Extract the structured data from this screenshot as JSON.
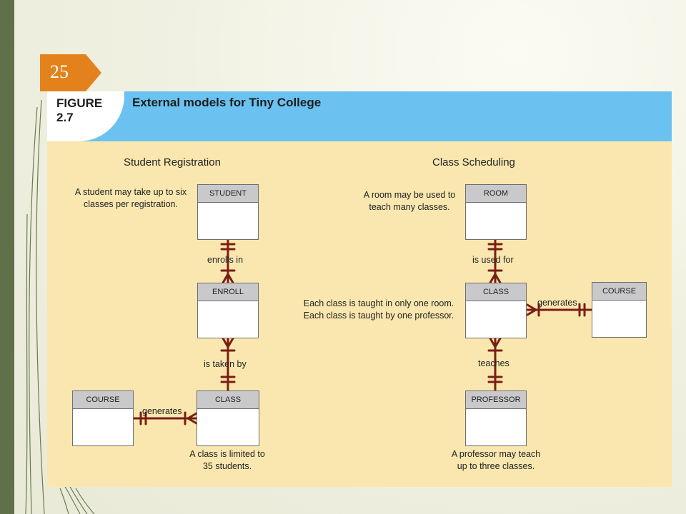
{
  "slide": {
    "number": "25"
  },
  "figure": {
    "label_line1": "FIGURE",
    "label_line2": "2.7",
    "title": "External models for Tiny College"
  },
  "sections": {
    "left_title": "Student Registration",
    "right_title": "Class Scheduling"
  },
  "entities": {
    "student": "STUDENT",
    "enroll": "ENROLL",
    "class_left": "CLASS",
    "course_left": "COURSE",
    "room": "ROOM",
    "class_right": "CLASS",
    "course_right": "COURSE",
    "professor": "PROFESSOR"
  },
  "relationships": {
    "enrolls_in": "enrolls in",
    "is_taken_by": "is taken by",
    "generates_left": "generates",
    "is_used_for": "is used for",
    "generates_right": "generates",
    "teaches": "teaches"
  },
  "notes": {
    "student_line1": "A student may take up to six",
    "student_line2": "classes per registration.",
    "class_line1": "A class is limited to",
    "class_line2": "35 students.",
    "room_line1": "A room may be used to",
    "room_line2": "teach many classes.",
    "class_right_line1": "Each class is taught in only one room.",
    "class_right_line2": "Each class is taught by one professor.",
    "professor_line1": "A professor may teach",
    "professor_line2": "up to three classes."
  },
  "colors": {
    "accent_tab": "#e3821c",
    "header_band": "#6bc2f0",
    "figure_bg": "#f9e7af",
    "entity_header": "#c9c9cc",
    "connector": "#7a1e14"
  }
}
